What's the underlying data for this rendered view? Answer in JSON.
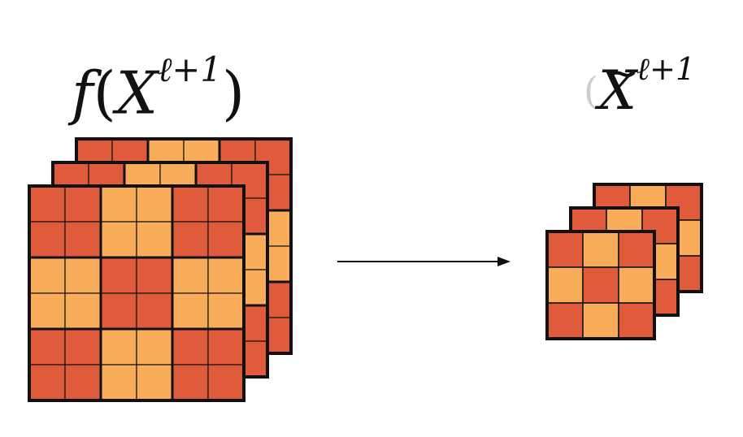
{
  "labels": {
    "left": {
      "fn": "f",
      "open": "(",
      "var": "X",
      "sup": "ℓ+1",
      "close": ")"
    },
    "right": {
      "open": "(",
      "var": "X",
      "tilde": "~",
      "sup": "ℓ+1"
    }
  },
  "colors": {
    "red": "#e05a3c",
    "orange": "#f9ad5a",
    "border": "#111111",
    "arrow": "#111111"
  },
  "left_stack": {
    "layers": 3,
    "grid_size": 6,
    "pattern": [
      [
        "red",
        "red",
        "orange",
        "orange",
        "red",
        "red"
      ],
      [
        "red",
        "red",
        "orange",
        "orange",
        "red",
        "red"
      ],
      [
        "orange",
        "orange",
        "red",
        "red",
        "orange",
        "orange"
      ],
      [
        "orange",
        "orange",
        "red",
        "red",
        "orange",
        "orange"
      ],
      [
        "red",
        "red",
        "orange",
        "orange",
        "red",
        "red"
      ],
      [
        "red",
        "red",
        "orange",
        "orange",
        "red",
        "red"
      ]
    ]
  },
  "right_stack": {
    "layers": 3,
    "grid_size": 3,
    "pattern": [
      [
        "red",
        "orange",
        "red"
      ],
      [
        "orange",
        "red",
        "orange"
      ],
      [
        "red",
        "orange",
        "red"
      ]
    ]
  },
  "arrow": {
    "direction": "right"
  }
}
